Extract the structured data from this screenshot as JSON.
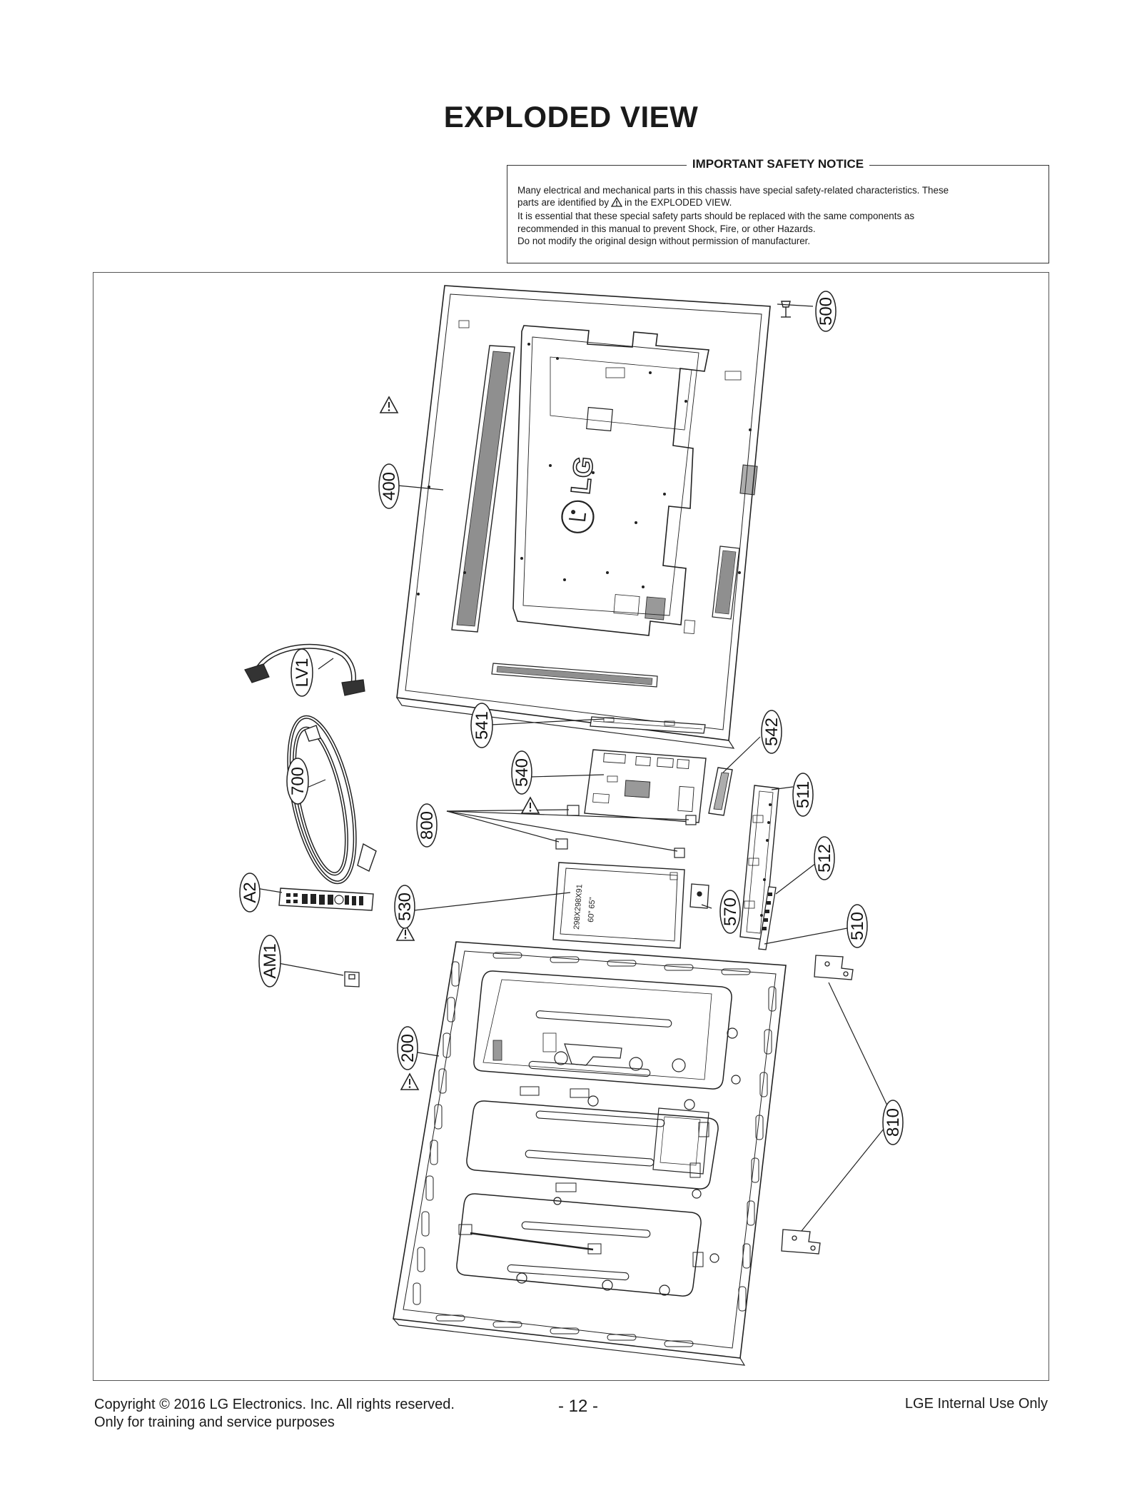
{
  "page": {
    "title": "EXPLODED VIEW"
  },
  "notice": {
    "heading": "IMPORTANT SAFETY NOTICE",
    "line1": "Many electrical and mechanical parts in this chassis have special safety-related characteristics. These",
    "line2_pre": "parts are identified by",
    "line2_post": "in the EXPLODED VIEW.",
    "line3": "It is essential that these special safety parts should be replaced with the same components as",
    "line4": "recommended in this manual to prevent Shock, Fire, or other Hazards.",
    "line5": "Do not modify the original design without permission of manufacturer."
  },
  "diagram": {
    "callouts": {
      "c500": "500",
      "c400": "400",
      "lv1": "LV1",
      "c541": "541",
      "c540": "540",
      "c542": "542",
      "c511": "511",
      "c700": "700",
      "c800": "800",
      "c512": "512",
      "a2": "A2",
      "c530": "530",
      "c570": "570",
      "c510": "510",
      "am1": "AM1",
      "c200": "200",
      "c810": "810"
    },
    "printed": {
      "logo": "LG",
      "module_code": "298X298X91",
      "module_sizes": "60\" 65\""
    }
  },
  "footer": {
    "copyright": "Copyright  © 2016  LG Electronics. Inc. All rights reserved.",
    "training": "Only for training and service purposes",
    "page_number": "- 12 -",
    "internal": "LGE Internal Use Only"
  }
}
